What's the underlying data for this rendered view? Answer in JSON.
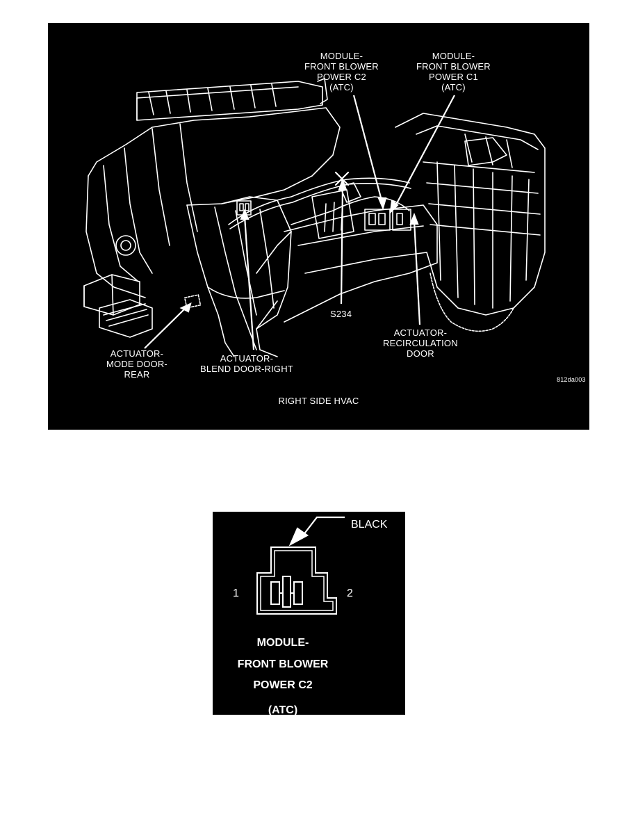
{
  "top_figure": {
    "callouts": {
      "module_c2": [
        "MODULE-",
        "FRONT BLOWER",
        "POWER C2",
        "(ATC)"
      ],
      "module_c1": [
        "MODULE-",
        "FRONT BLOWER",
        "POWER C1",
        "(ATC)"
      ],
      "splice": "S234",
      "recirc": [
        "ACTUATOR-",
        "RECIRCULATION",
        "DOOR"
      ],
      "mode_door": [
        "ACTUATOR-",
        "MODE DOOR-",
        "REAR"
      ],
      "blend_door": [
        "ACTUATOR-",
        "BLEND DOOR-RIGHT"
      ]
    },
    "figure_code": "812da003",
    "caption": "RIGHT SIDE HVAC"
  },
  "bottom_figure": {
    "color_label": "BLACK",
    "pin_1": "1",
    "pin_2": "2",
    "title": [
      "MODULE-",
      "FRONT BLOWER",
      "POWER C2",
      "(ATC)"
    ]
  }
}
